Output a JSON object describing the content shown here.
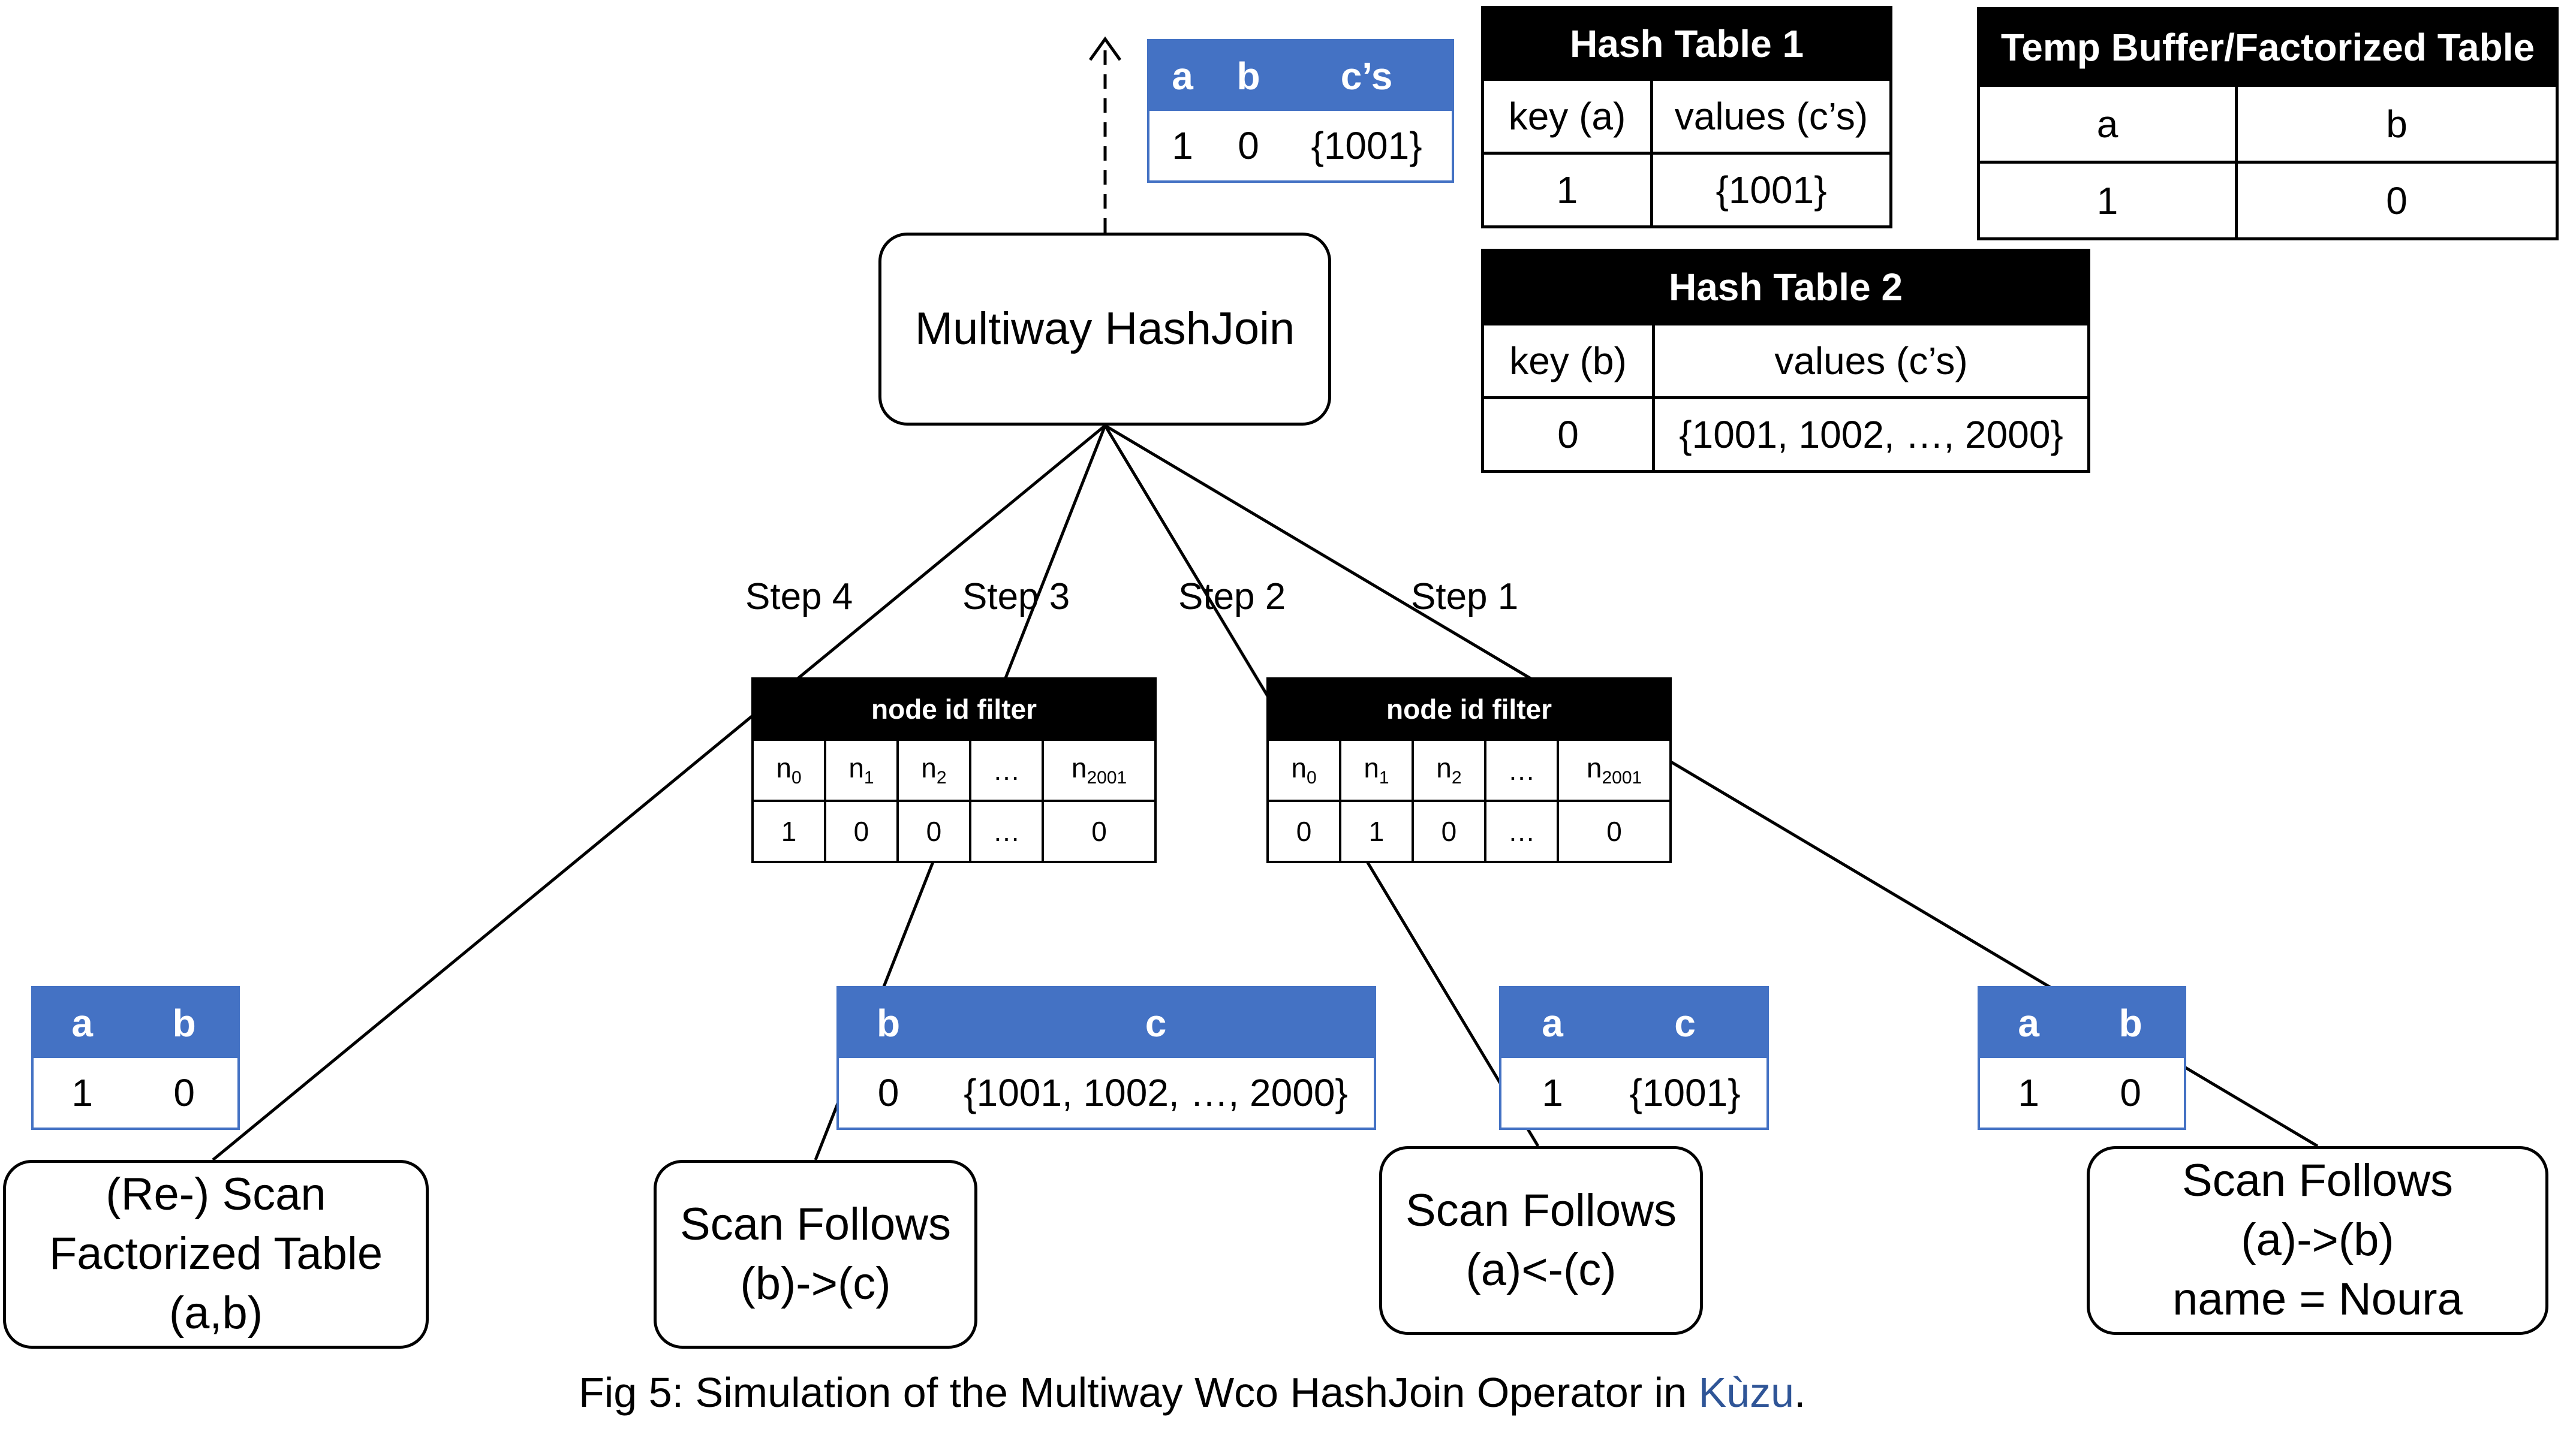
{
  "operators": {
    "multiway": "Multiway HashJoin",
    "rescan": [
      "(Re-) Scan",
      "Factorized Table",
      "(a,b)"
    ],
    "scan_bc": [
      "Scan Follows",
      "(b)->(c)"
    ],
    "scan_ac": [
      "Scan Follows",
      "(a)<-(c)"
    ],
    "scan_ab": [
      "Scan Follows",
      "(a)->(b)",
      "name = Noura"
    ]
  },
  "steps": [
    "Step 4",
    "Step 3",
    "Step 2",
    "Step 1"
  ],
  "result_table": {
    "headers": [
      "a",
      "b",
      "c’s"
    ],
    "row": [
      "1",
      "0",
      "{1001}"
    ]
  },
  "hash_table_1": {
    "title": "Hash Table 1",
    "headers": [
      "key (a)",
      "values (c’s)"
    ],
    "row": [
      "1",
      "{1001}"
    ]
  },
  "hash_table_2": {
    "title": "Hash Table 2",
    "headers": [
      "key (b)",
      "values (c’s)"
    ],
    "row": [
      "0",
      "{1001, 1002, …, 2000}"
    ]
  },
  "temp_buffer": {
    "title": "Temp Buffer/Factorized Table",
    "headers": [
      "a",
      "b"
    ],
    "row": [
      "1",
      "0"
    ]
  },
  "filter_left": {
    "title": "node id filter",
    "headers": [
      "n",
      "n",
      "n",
      "…",
      "n"
    ],
    "subs": [
      "0",
      "1",
      "2",
      "",
      "2001"
    ],
    "row": [
      "1",
      "0",
      "0",
      "…",
      "0"
    ]
  },
  "filter_right": {
    "title": "node id filter",
    "headers": [
      "n",
      "n",
      "n",
      "…",
      "n"
    ],
    "subs": [
      "0",
      "1",
      "2",
      "",
      "2001"
    ],
    "row": [
      "0",
      "1",
      "0",
      "…",
      "0"
    ]
  },
  "table_ab_left": {
    "headers": [
      "a",
      "b"
    ],
    "row": [
      "1",
      "0"
    ]
  },
  "table_bc": {
    "headers": [
      "b",
      "c"
    ],
    "row": [
      "0",
      "{1001, 1002, …, 2000}"
    ]
  },
  "table_ac": {
    "headers": [
      "a",
      "c"
    ],
    "row": [
      "1",
      "{1001}"
    ]
  },
  "table_ab_right": {
    "headers": [
      "a",
      "b"
    ],
    "row": [
      "1",
      "0"
    ]
  },
  "caption": {
    "prefix": "Fig 5: Simulation of the Multiway Wco HashJoin Operator in ",
    "name": "Kùzu",
    "suffix": "."
  },
  "colors": {
    "table_header_blue": "#4472c4",
    "filter_header": "#000000",
    "kuzu_text": "#2f5597"
  }
}
